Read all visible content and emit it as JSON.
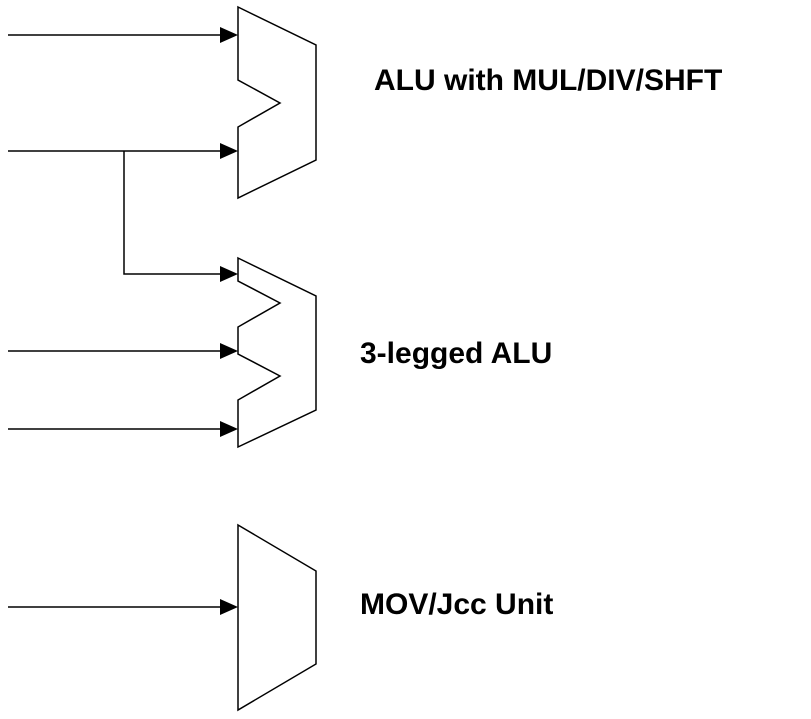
{
  "diagram": {
    "units": [
      {
        "id": "alu-mul-div-shft",
        "label": "ALU with MUL/DIV/SHFT",
        "inputs": 2
      },
      {
        "id": "three-legged-alu",
        "label": "3-legged ALU",
        "inputs": 3
      },
      {
        "id": "mov-jcc-unit",
        "label": "MOV/Jcc Unit",
        "inputs": 1
      }
    ],
    "colors": {
      "line": "#000000",
      "background": "#ffffff"
    }
  }
}
